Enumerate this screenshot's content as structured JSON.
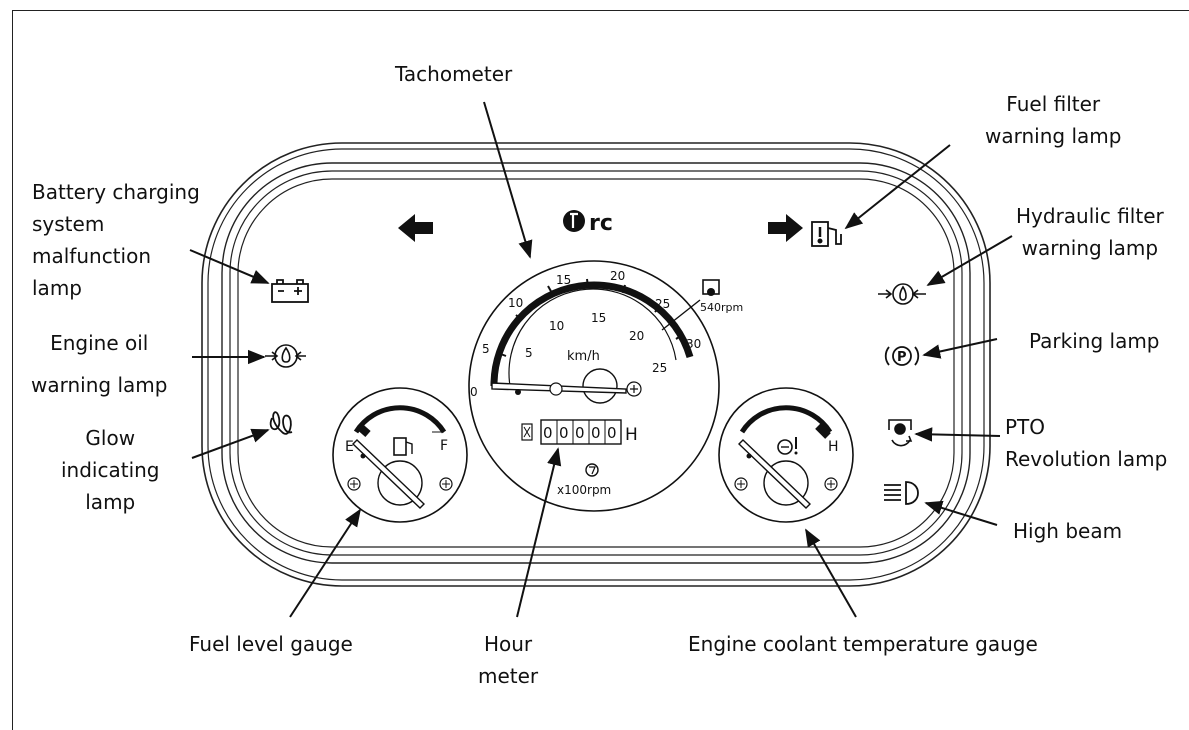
{
  "labels": {
    "tachometer": "Tachometer",
    "fuel_filter": "Fuel filter\nwarning lamp",
    "battery": "Battery charging\nsystem\nmalfunction\nlamp",
    "hydraulic_filter": "Hydraulic filter\nwarning lamp",
    "engine_oil": "Engine oil\nwarning lamp",
    "parking": "Parking lamp",
    "glow": "Glow\nindicating\nlamp",
    "pto": "PTO\nRevolution lamp",
    "high_beam": "High beam",
    "fuel_level": "Fuel level gauge",
    "hour_meter": "Hour\nmeter",
    "coolant": "Engine coolant temperature gauge"
  },
  "dial": {
    "logo": "rc",
    "unit": "km/h",
    "rpm_unit": "x100rpm",
    "pto_rpm": "540rpm",
    "hour_digits": [
      "0",
      "0",
      "0",
      "0",
      "0"
    ],
    "hour_suffix": "H",
    "outer_scale": [
      "0",
      "5",
      "10",
      "15",
      "20",
      "25",
      "30"
    ],
    "inner_scale": [
      "5",
      "10",
      "15",
      "20",
      "25"
    ],
    "zero": "0"
  },
  "fuel_gauge": {
    "empty": "E",
    "full": "F"
  },
  "temp_gauge": {
    "hot": "H"
  }
}
